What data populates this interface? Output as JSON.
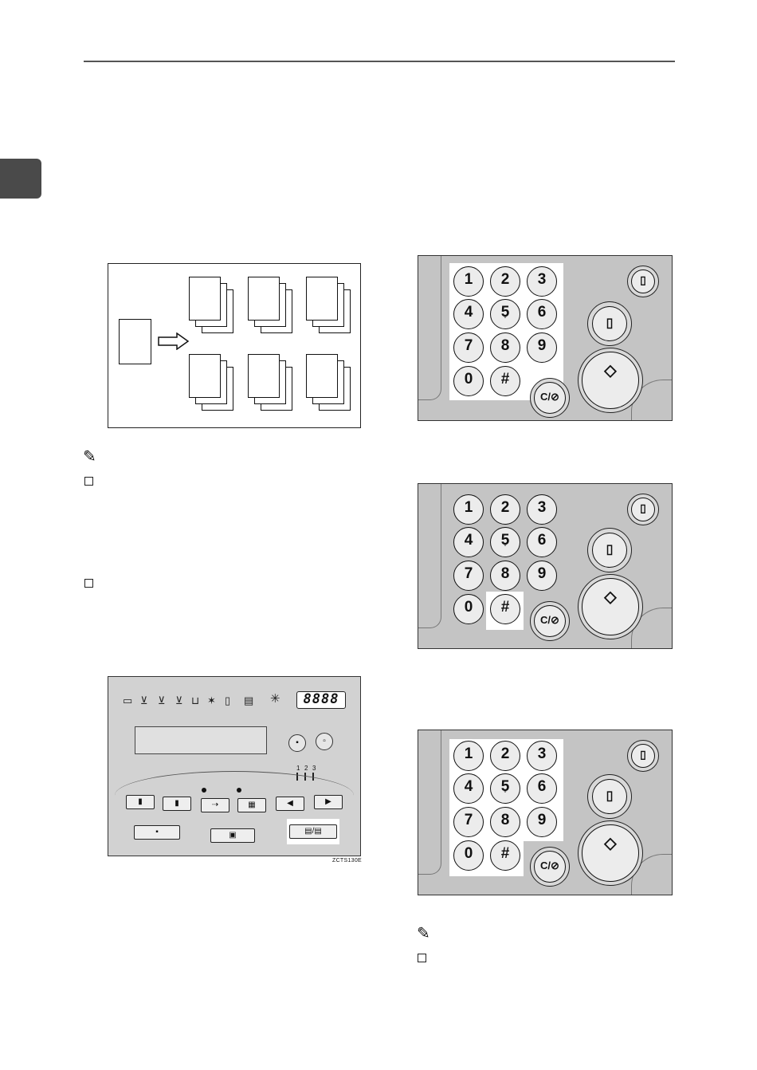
{
  "keypad": {
    "keys": [
      "1",
      "2",
      "3",
      "4",
      "5",
      "6",
      "7",
      "8",
      "9",
      "0",
      "#"
    ],
    "center_mark": "°",
    "clear_stop_label": "C/⊘"
  },
  "panel": {
    "counter": "8888",
    "tray_numbers": [
      "1",
      "2",
      "3"
    ]
  },
  "figure_caption": "ZCTS130E"
}
